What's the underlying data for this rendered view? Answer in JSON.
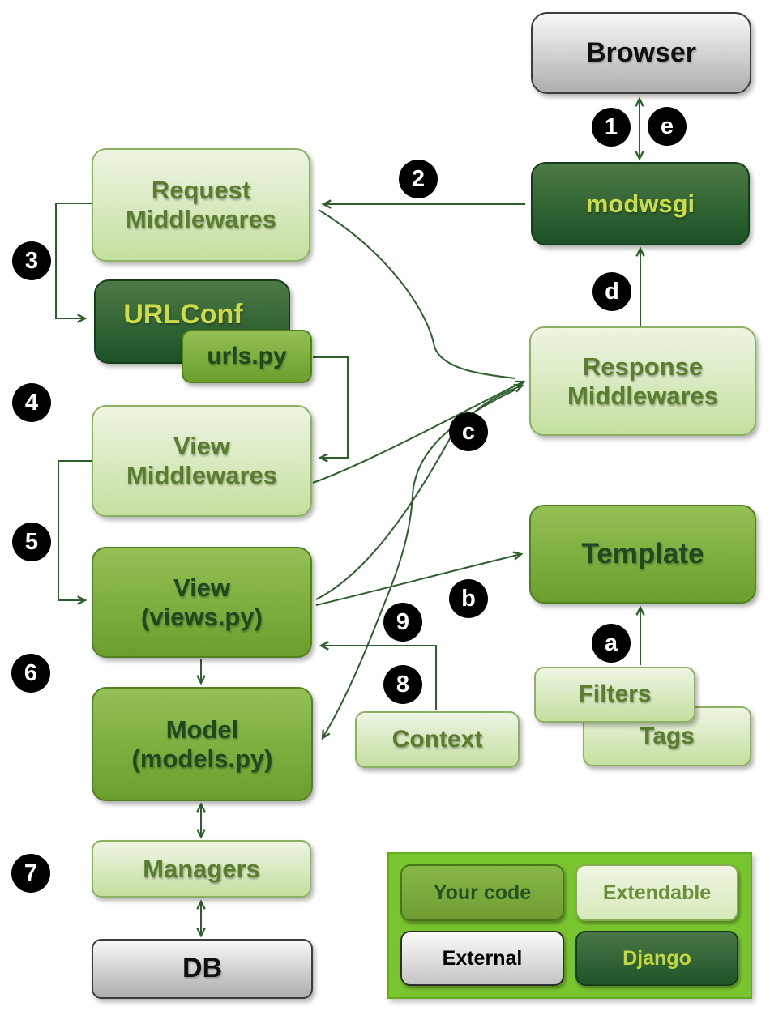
{
  "colors": {
    "connector": "#2e5f2e",
    "badge_bg": "#000000",
    "badge_text": "#ffffff",
    "legend_bg": "#79c52f",
    "dark_green_box": "#1b5226",
    "mid_green_box": "#6b9e2d",
    "light_green_box": "#c5dfa0",
    "gray_box": "#aeaeae"
  },
  "nodes": {
    "browser": {
      "label": "Browser"
    },
    "modwsgi": {
      "label": "modwsgi"
    },
    "request_middlewares": {
      "label": "Request",
      "label2": "Middlewares"
    },
    "urlconf": {
      "label": "URLConf"
    },
    "urls_py": {
      "label": "urls.py"
    },
    "view_middlewares": {
      "label": "View",
      "label2": "Middlewares"
    },
    "view": {
      "label": "View",
      "label2": "(views.py)"
    },
    "model": {
      "label": "Model",
      "label2": "(models.py)"
    },
    "managers": {
      "label": "Managers"
    },
    "db": {
      "label": "DB"
    },
    "response_middlewares": {
      "label": "Response",
      "label2": "Middlewares"
    },
    "template": {
      "label": "Template"
    },
    "filters": {
      "label": "Filters"
    },
    "tags": {
      "label": "Tags"
    },
    "context": {
      "label": "Context"
    }
  },
  "badges": {
    "n1": "1",
    "n2": "2",
    "n3": "3",
    "n4": "4",
    "n5": "5",
    "n6": "6",
    "n7": "7",
    "n8": "8",
    "n9": "9",
    "a": "a",
    "b": "b",
    "c": "c",
    "d": "d",
    "e": "e"
  },
  "legend": {
    "your_code": "Your code",
    "extendable": "Extendable",
    "external": "External",
    "django": "Django"
  }
}
